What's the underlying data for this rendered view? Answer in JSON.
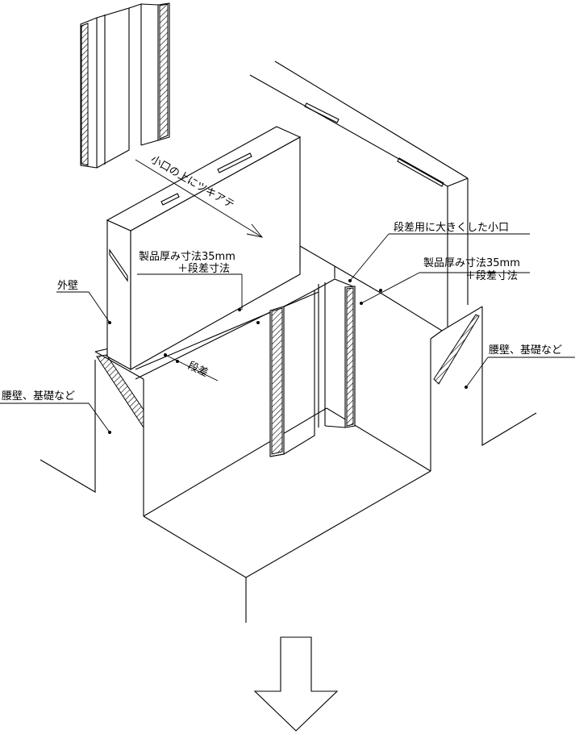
{
  "labels": {
    "koguchi_tsukiate": "小口の上にツキアテ",
    "dansa_koguchi": "段差用に大きくした小口",
    "seihin_left_1": "製品厚み寸法35mm",
    "seihin_left_2": "＋段差寸法",
    "seihin_right_1": "製品厚み寸法35mm",
    "seihin_right_2": "＋段差寸法",
    "gaiheki": "外壁",
    "dansa": "段差",
    "koshikabe_left": "腰壁、基礎など",
    "koshikabe_right": "腰壁、基礎など"
  },
  "colors": {
    "line": "#000000",
    "background": "#ffffff"
  },
  "icons": {
    "arrow": "down-arrow-icon"
  }
}
